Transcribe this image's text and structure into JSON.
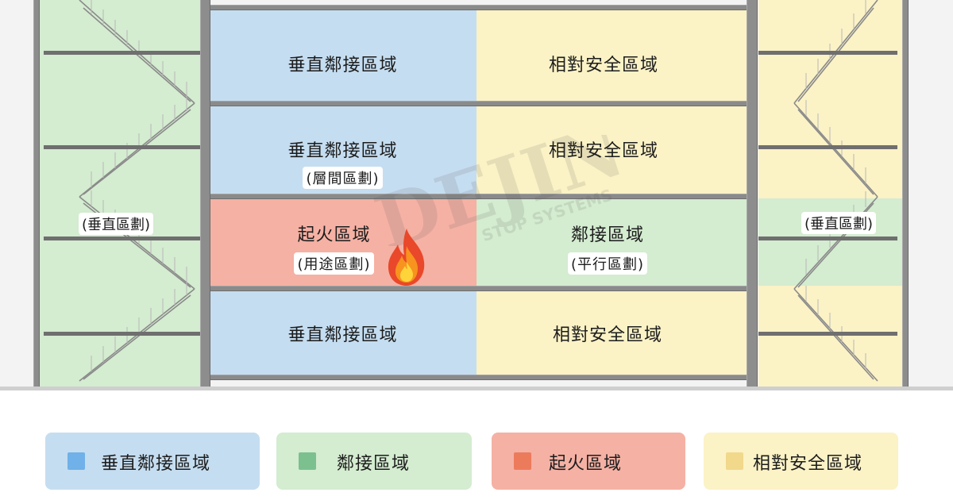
{
  "colors": {
    "vertical_adjacent": "#c5ddf0",
    "adjacent": "#d4ecd0",
    "fire": "#f5b1a4",
    "relatively_safe": "#fbf2c6",
    "legend_vertical_swatch": "#6fb1e8",
    "legend_adjacent_swatch": "#7cc08f",
    "legend_fire_swatch": "#ec7b5c",
    "legend_safe_swatch": "#f1d88a"
  },
  "floors": [
    {
      "left": {
        "label": "垂直鄰接區域",
        "tag": ""
      },
      "right": {
        "label": "相對安全區域",
        "tag": ""
      }
    },
    {
      "left": {
        "label": "垂直鄰接區域",
        "tag": "(層間區劃)"
      },
      "right": {
        "label": "相對安全區域",
        "tag": ""
      }
    },
    {
      "left": {
        "label": "起火區域",
        "tag": "(用途區劃)"
      },
      "right": {
        "label": "鄰接區域",
        "tag": "(平行區劃)"
      }
    },
    {
      "left": {
        "label": "垂直鄰接區域",
        "tag": ""
      },
      "right": {
        "label": "相對安全區域",
        "tag": ""
      }
    }
  ],
  "stair_left_tag": "(垂直區劃)",
  "stair_right_tag": "(垂直區劃)",
  "fire_icon": "fire-icon",
  "watermark": {
    "brand": "DEJIN",
    "sub": "STOP SYSTEMS"
  },
  "legend": [
    {
      "label": "垂直鄰接區域"
    },
    {
      "label": "鄰接區域"
    },
    {
      "label": "起火區域"
    },
    {
      "label": "相對安全區域"
    }
  ]
}
